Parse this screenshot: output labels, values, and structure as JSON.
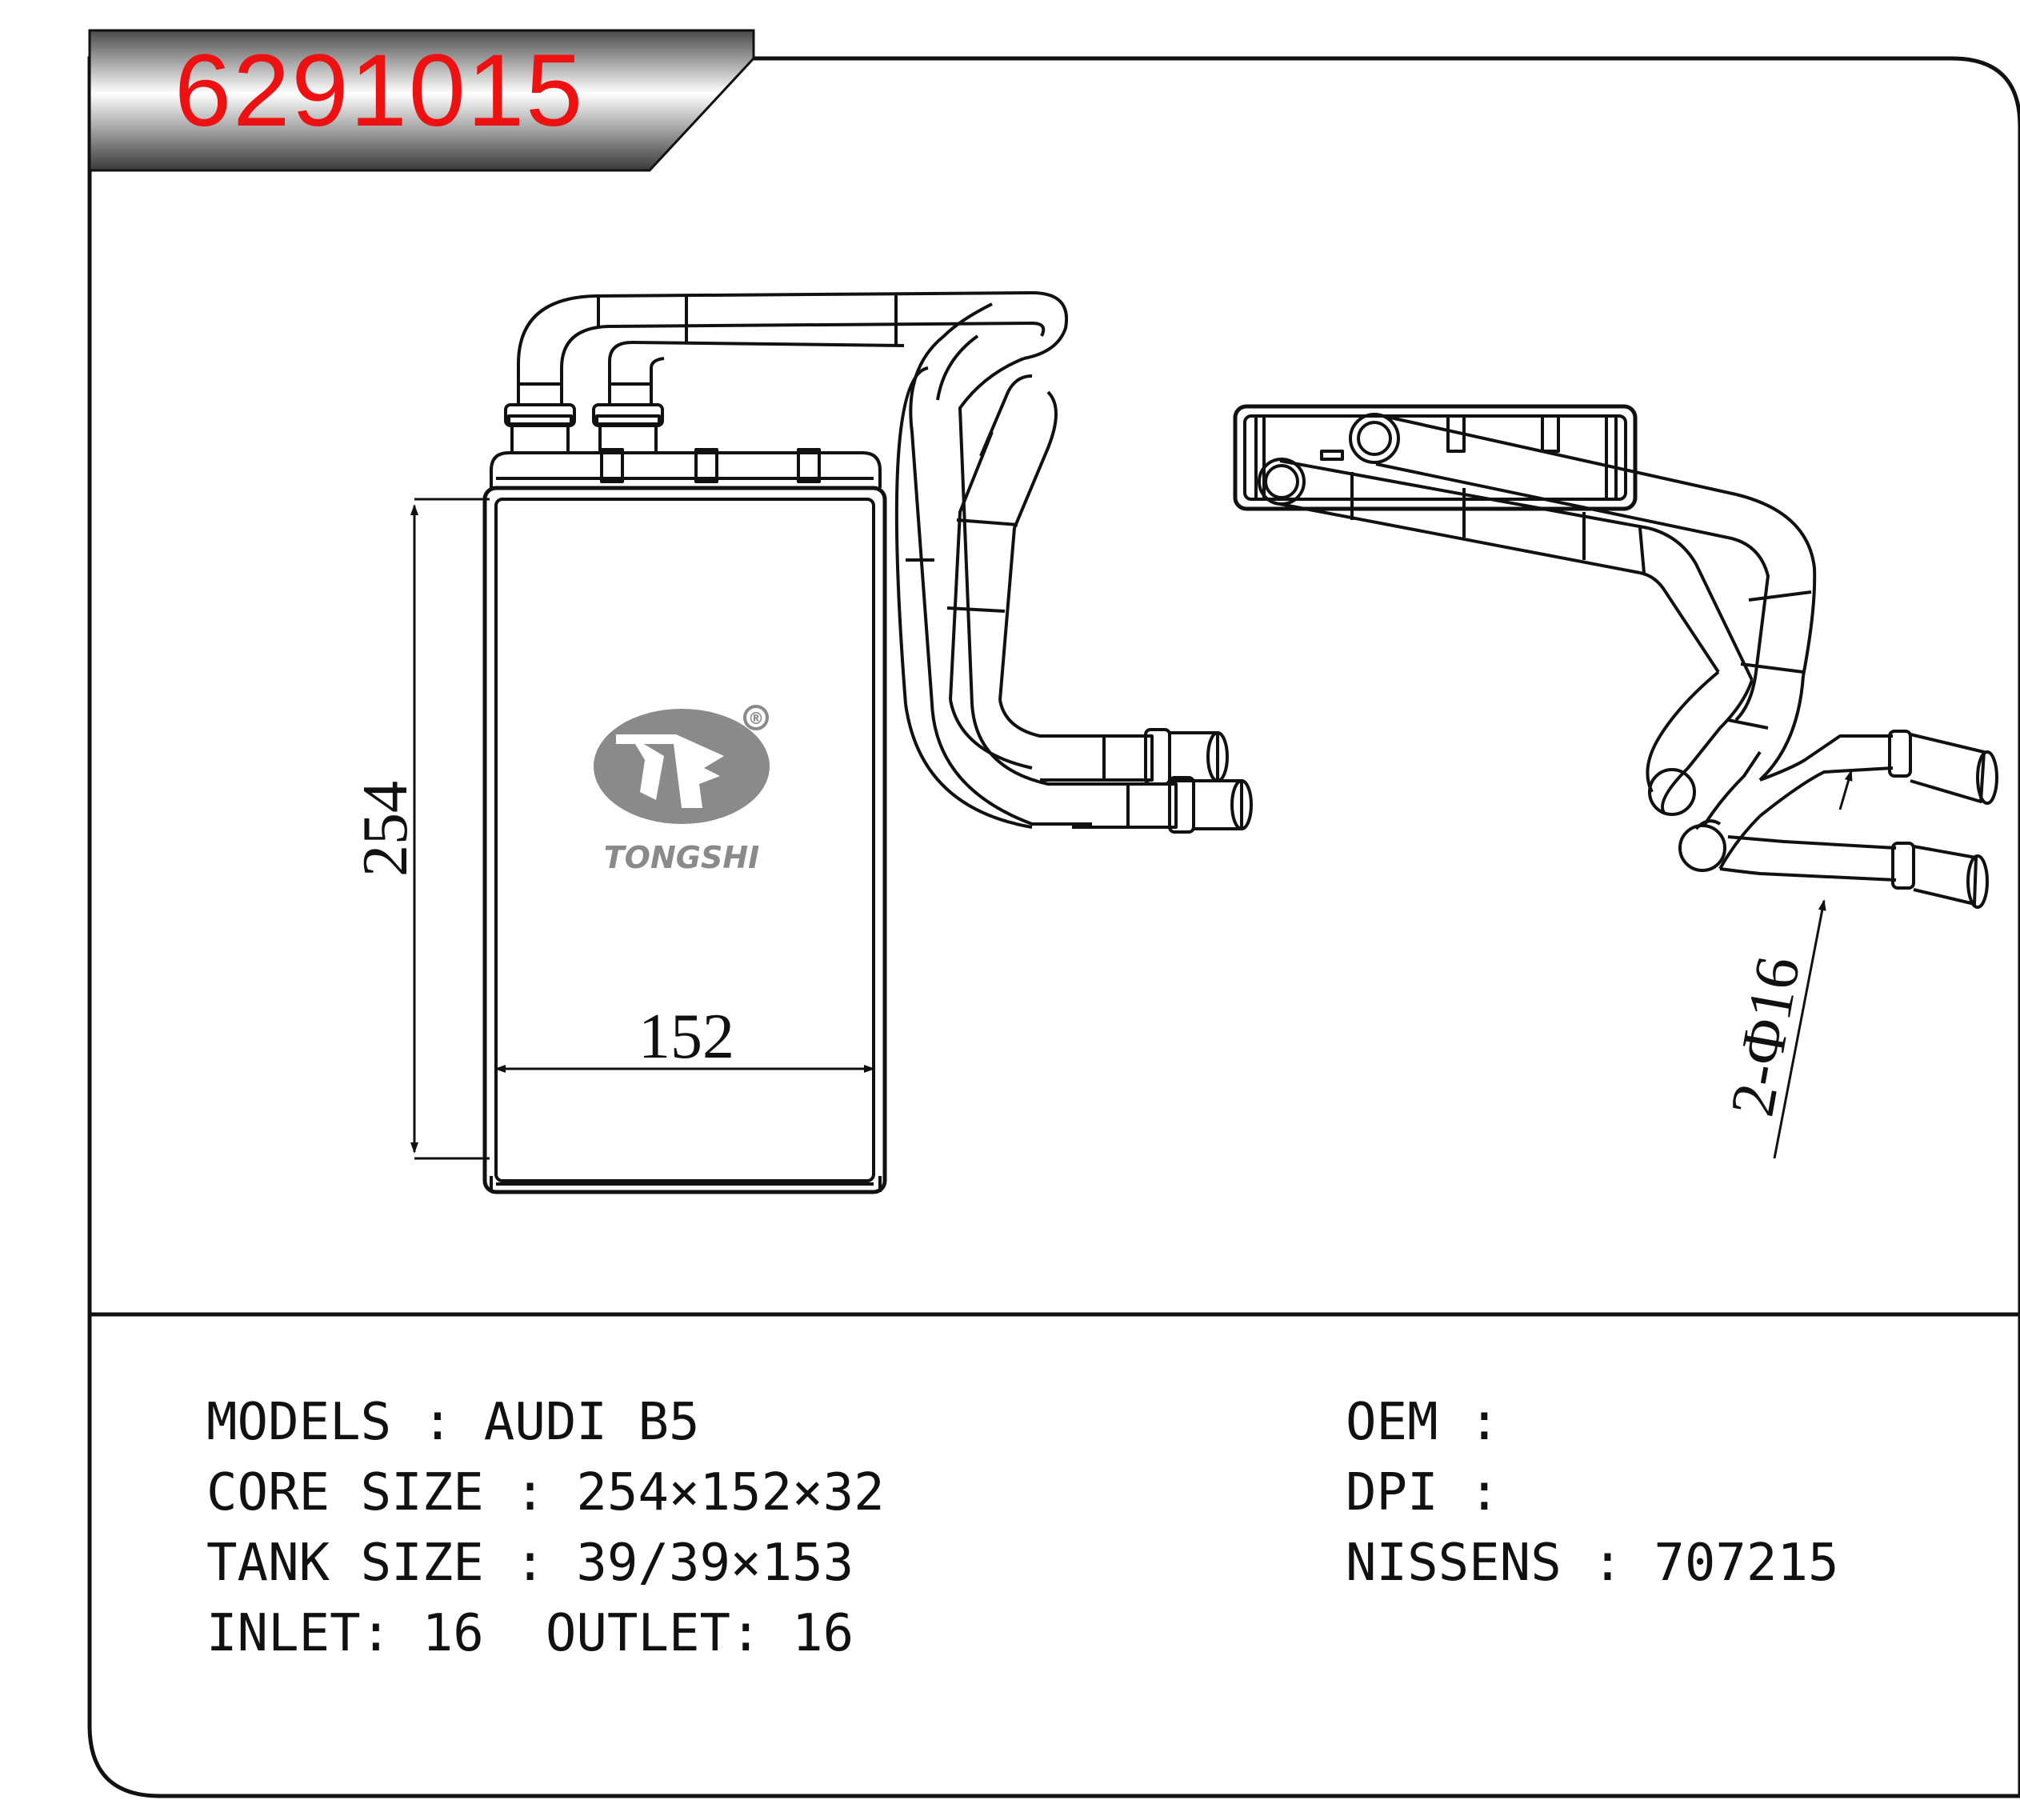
{
  "part_number": "6291015",
  "brand": {
    "name": "TONGSHI",
    "registered_mark": "®"
  },
  "dimensions": {
    "height": "254",
    "width": "152",
    "pipe": "2-Φ16"
  },
  "specs": {
    "models": "MODELS : AUDI B5",
    "core_size": "CORE SIZE : 254×152×32",
    "tank_size": "TANK SIZE : 39/39×153",
    "inlet_outlet": "INLET: 16  OUTLET: 16",
    "oem": "OEM :",
    "dpi": "DPI :",
    "nissens": "NISSENS : 707215"
  },
  "colors": {
    "part_number": "#ee1111",
    "logo": "#8a8a8a",
    "lines": "#111111"
  }
}
